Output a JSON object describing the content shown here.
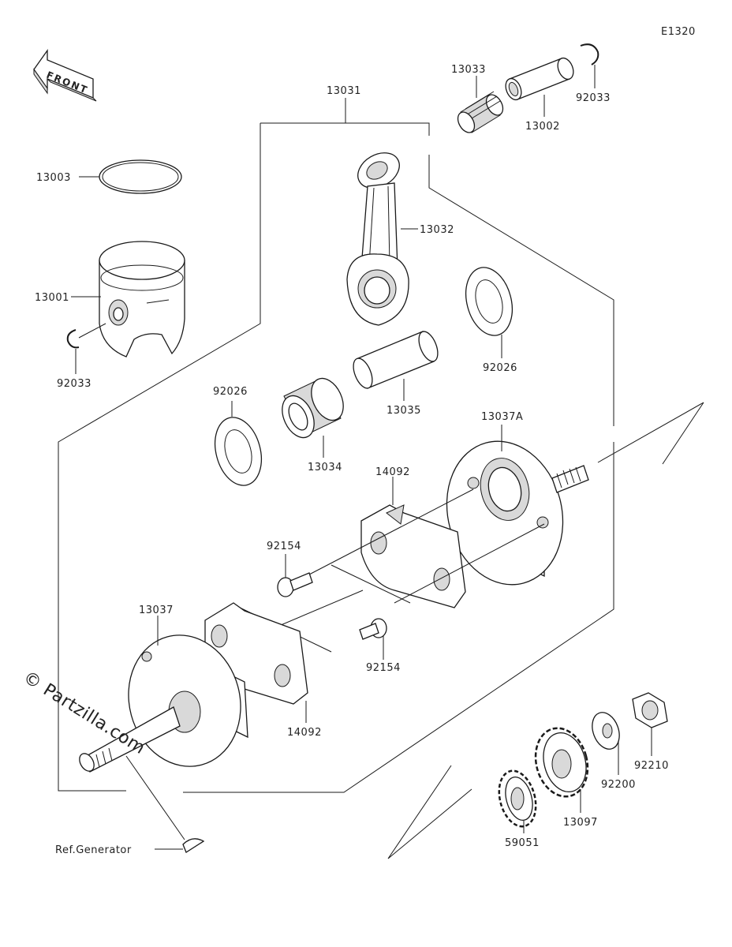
{
  "diagram_code": "E1320",
  "front_label": "FRONT",
  "ref_generator": "Ref.Generator",
  "watermark": "© Partzilla.com",
  "labels": {
    "p13031": "13031",
    "p13033": "13033",
    "p92033a": "92033",
    "p13002": "13002",
    "p13003": "13003",
    "p13032": "13032",
    "p13001": "13001",
    "p92033b": "92033",
    "p92026a": "92026",
    "p13035": "13035",
    "p13037A": "13037A",
    "p92026b": "92026",
    "p13034": "13034",
    "p14092a": "14092",
    "p92154a": "92154",
    "p13037": "13037",
    "p92154b": "92154",
    "p14092b": "14092",
    "p92210": "92210",
    "p92200": "92200",
    "p13097": "13097",
    "p59051": "59051"
  },
  "accent_color": "#1a1a1a"
}
